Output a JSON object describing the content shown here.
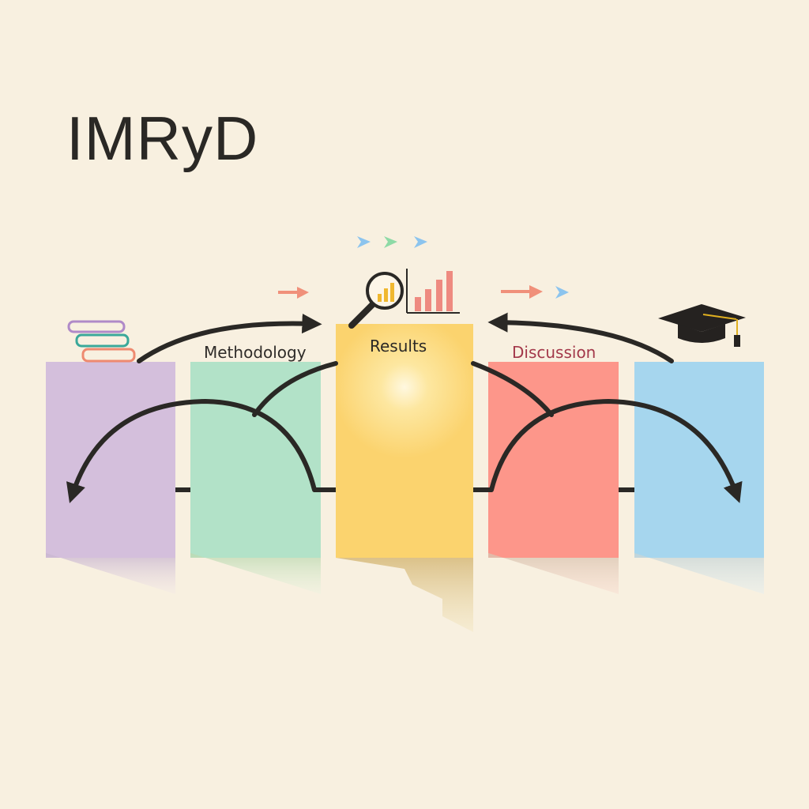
{
  "title": "IMRyD",
  "sections": [
    {
      "id": "introduction",
      "label": "",
      "color": "#d4bfdc",
      "icon": "books-icon"
    },
    {
      "id": "methodology",
      "label": "Methodology",
      "color": "#b2e2c8",
      "icon": ""
    },
    {
      "id": "results",
      "label": "Results",
      "color": "#fbd36e",
      "icon": "magnifier-chart-icon"
    },
    {
      "id": "discussion",
      "label": "Discussion",
      "color": "#fd968a",
      "icon": ""
    },
    {
      "id": "conclusion",
      "label": "",
      "color": "#a6d6ee",
      "icon": "graduation-cap-icon"
    }
  ],
  "labels": {
    "methodology": "Methodology",
    "results": "Results",
    "discussion": "Discussion"
  },
  "colors": {
    "background": "#f8f0e0",
    "arrow": "#2a2825",
    "discussion_text": "#a3384a",
    "chevron_blue": "#8cc4ee",
    "chevron_green": "#8edaa6",
    "arrow_salmon": "#f0907a"
  }
}
